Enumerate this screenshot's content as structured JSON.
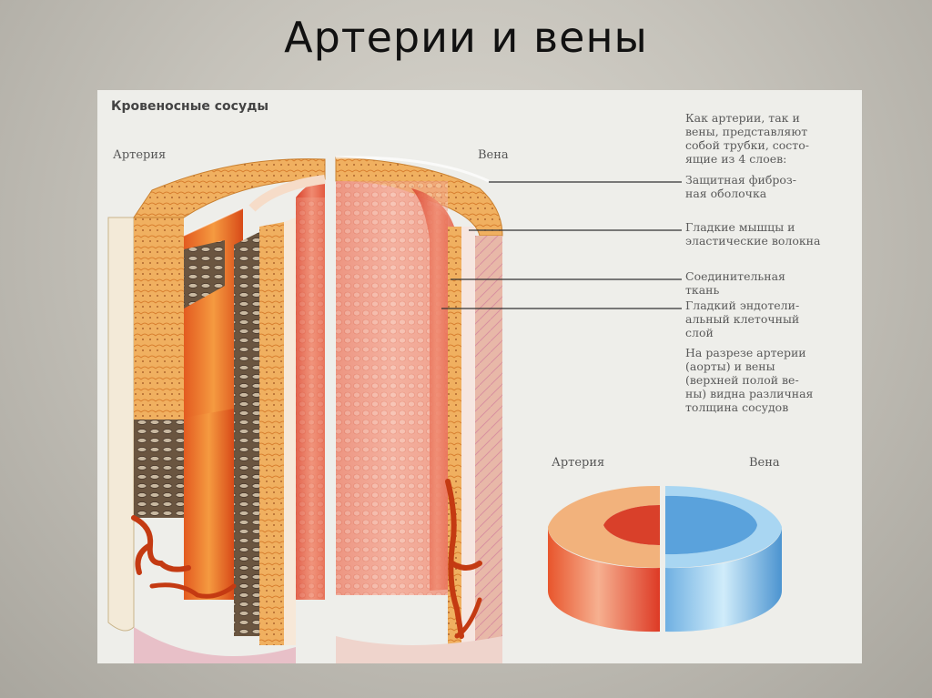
{
  "slide": {
    "title": "Артерии и вены"
  },
  "diagram": {
    "heading": "Кровеносные сосуды",
    "artery_label": "Артерия",
    "vein_label": "Вена",
    "legend": {
      "intro": [
        "Как артерии, так и",
        "вены, представляют",
        "собой трубки, состо-",
        "ящие из 4 слоев:"
      ],
      "layers": [
        [
          "Защитная фиброз-",
          "ная оболочка"
        ],
        [
          "Гладкие мышцы и",
          "эластические волокна"
        ],
        [
          "Соединительная",
          "ткань"
        ],
        [
          "Гладкий эндотели-",
          "альный клеточный",
          "слой"
        ]
      ],
      "note": [
        "На  разрезе артерии",
        "(аорты) и вены",
        "(верхней полой ве-",
        "ны) видна различная",
        "толщина сосудов"
      ]
    },
    "ring": {
      "artery_label": "Артерия",
      "vein_label": "Вена"
    },
    "colors": {
      "artery": "#e0452a",
      "vein": "#6fb6e4",
      "tissue": "#f0a850"
    }
  }
}
